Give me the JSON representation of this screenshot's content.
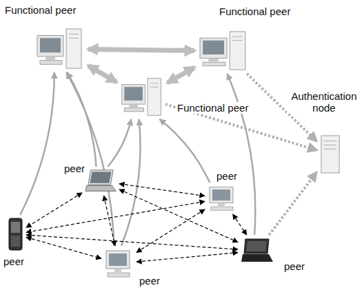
{
  "diagram": {
    "nodes": [
      {
        "text": [
          "Functional peer"
        ]
      },
      {
        "text": [
          "Functional peer"
        ]
      },
      {
        "text": [
          "Functional peer"
        ]
      },
      {
        "text": [
          "Authentication node"
        ]
      },
      {
        "text": [
          "peer"
        ]
      },
      {
        "text": [
          "peer"
        ]
      },
      {
        "text": [
          "peer"
        ]
      },
      {
        "text": [
          "peer"
        ]
      },
      {
        "text": [
          "peer"
        ]
      }
    ],
    "edges": [
      {
        "from": 4,
        "to": 0,
        "arrow": "to"
      },
      {
        "from": 4,
        "to": 2,
        "arrow": "to"
      },
      {
        "from": 6,
        "to": 0,
        "arrow": "to"
      },
      {
        "from": 7,
        "to": 0,
        "arrow": "to"
      },
      {
        "from": 7,
        "to": 2,
        "arrow": "to"
      },
      {
        "from": 5,
        "to": 2,
        "arrow": "to"
      },
      {
        "from": 8,
        "to": 1,
        "arrow": "to"
      },
      {
        "from": 0,
        "to": 1,
        "arrow": "both"
      },
      {
        "from": 0,
        "to": 2,
        "arrow": "both"
      },
      {
        "from": 2,
        "to": 1,
        "arrow": "both"
      },
      {
        "from": 1,
        "to": 3,
        "arrow": "to"
      },
      {
        "from": 2,
        "to": 3,
        "arrow": "to"
      },
      {
        "from": 8,
        "to": 3,
        "arrow": "to"
      },
      {
        "from": 4,
        "to": 6,
        "arrow": "both"
      },
      {
        "from": 4,
        "to": 5,
        "arrow": "both"
      },
      {
        "from": 4,
        "to": 8,
        "arrow": "both"
      },
      {
        "from": 4,
        "to": 7,
        "arrow": "both"
      },
      {
        "from": 5,
        "to": 6,
        "arrow": "both"
      },
      {
        "from": 5,
        "to": 7,
        "arrow": "both"
      },
      {
        "from": 5,
        "to": 8,
        "arrow": "both"
      },
      {
        "from": 6,
        "to": 7,
        "arrow": "both"
      },
      {
        "from": 6,
        "to": 8,
        "arrow": "both"
      },
      {
        "from": 7,
        "to": 8,
        "arrow": "both"
      }
    ]
  }
}
